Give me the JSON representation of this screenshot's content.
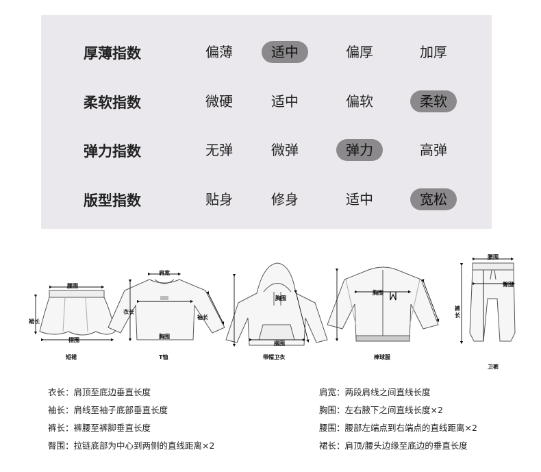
{
  "index_table": {
    "rows": [
      {
        "label": "厚薄指数",
        "options": [
          "偏薄",
          "适中",
          "偏厚",
          "加厚"
        ],
        "selected": 1
      },
      {
        "label": "柔软指数",
        "options": [
          "微硬",
          "适中",
          "偏软",
          "柔软"
        ],
        "selected": 3
      },
      {
        "label": "弹力指数",
        "options": [
          "无弹",
          "微弹",
          "弹力",
          "高弹"
        ],
        "selected": 2
      },
      {
        "label": "版型指数",
        "options": [
          "贴身",
          "修身",
          "适中",
          "宽松"
        ],
        "selected": 3
      }
    ]
  },
  "garments": [
    {
      "name": "短裙",
      "marks": [
        "腰围",
        "裙长",
        "摆围"
      ]
    },
    {
      "name": "T恤",
      "marks": [
        "肩宽",
        "衣长",
        "胸围",
        "袖长"
      ]
    },
    {
      "name": "带帽卫衣",
      "marks": [
        "胸围",
        "摆围"
      ]
    },
    {
      "name": "棒球服",
      "marks": [
        "胸围"
      ]
    },
    {
      "name": "卫裤",
      "marks": [
        "腰围",
        "臀围",
        "裤长"
      ]
    }
  ],
  "definitions": {
    "left": [
      "衣长：肩顶至底边垂直长度",
      "袖长：肩线至袖子底部垂直长度",
      "裤长：裤腰至裤脚垂直长度",
      "臀围：拉链底部为中心到两侧的直线距离×2"
    ],
    "right": [
      "肩宽：两段肩线之间直线长度",
      "胸围：左右腋下之间直线长度×2",
      "腰围：腰部左端点到右端点的直线距离×2",
      "裙长：肩顶/腰头边缘至底边的垂直长度"
    ]
  },
  "colors": {
    "panel_bg": "#eae8ec",
    "selected_pill": "#8b898b"
  }
}
